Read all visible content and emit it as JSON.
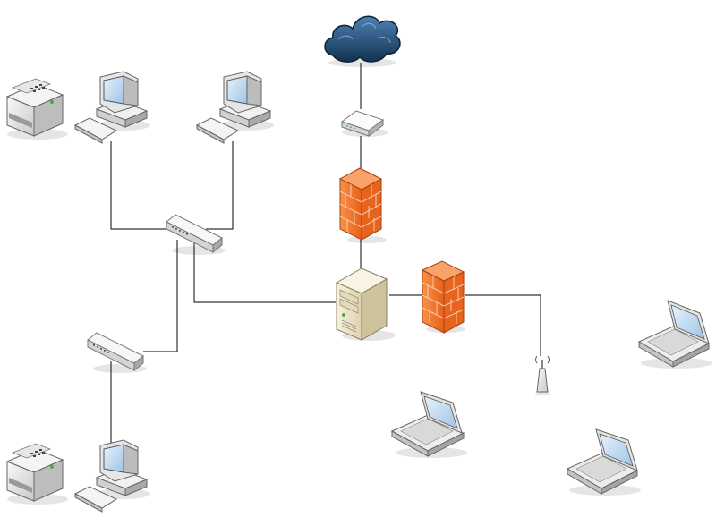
{
  "diagram": {
    "background": "#ffffff",
    "colors": {
      "cloud": "#1e4f7a",
      "firewall": "#f26f1f",
      "device_light": "#f2f2f2",
      "device_mid": "#cfcfcf",
      "device_dark": "#8c8c8c",
      "server_beige": "#efe6cf",
      "screen": "#cfe3f7",
      "wire": "#333333"
    },
    "nodes": [
      {
        "id": "cloud",
        "icon": "cloud-icon"
      },
      {
        "id": "modem",
        "icon": "modem-icon"
      },
      {
        "id": "firewall-top",
        "icon": "firewall-icon"
      },
      {
        "id": "server",
        "icon": "server-icon"
      },
      {
        "id": "firewall-right",
        "icon": "firewall-icon"
      },
      {
        "id": "access-point",
        "icon": "wireless-access-point-icon"
      },
      {
        "id": "switch-upper",
        "icon": "network-switch-icon"
      },
      {
        "id": "switch-lower",
        "icon": "network-switch-icon"
      },
      {
        "id": "printer-top-left",
        "icon": "printer-icon"
      },
      {
        "id": "desktop-top-left",
        "icon": "desktop-computer-icon"
      },
      {
        "id": "desktop-top-right",
        "icon": "desktop-computer-icon"
      },
      {
        "id": "printer-bottom-left",
        "icon": "printer-icon"
      },
      {
        "id": "desktop-bottom-left",
        "icon": "desktop-computer-icon"
      },
      {
        "id": "laptop-center",
        "icon": "laptop-icon"
      },
      {
        "id": "laptop-right-top",
        "icon": "laptop-icon"
      },
      {
        "id": "laptop-right-bottom",
        "icon": "laptop-icon"
      }
    ],
    "connections": [
      [
        "cloud",
        "modem"
      ],
      [
        "modem",
        "firewall-top"
      ],
      [
        "firewall-top",
        "server"
      ],
      [
        "server",
        "firewall-right"
      ],
      [
        "firewall-right",
        "access-point"
      ],
      [
        "server",
        "switch-upper"
      ],
      [
        "switch-upper",
        "desktop-top-left"
      ],
      [
        "switch-upper",
        "desktop-top-right"
      ],
      [
        "switch-upper",
        "switch-lower"
      ],
      [
        "switch-lower",
        "desktop-bottom-left"
      ]
    ]
  }
}
